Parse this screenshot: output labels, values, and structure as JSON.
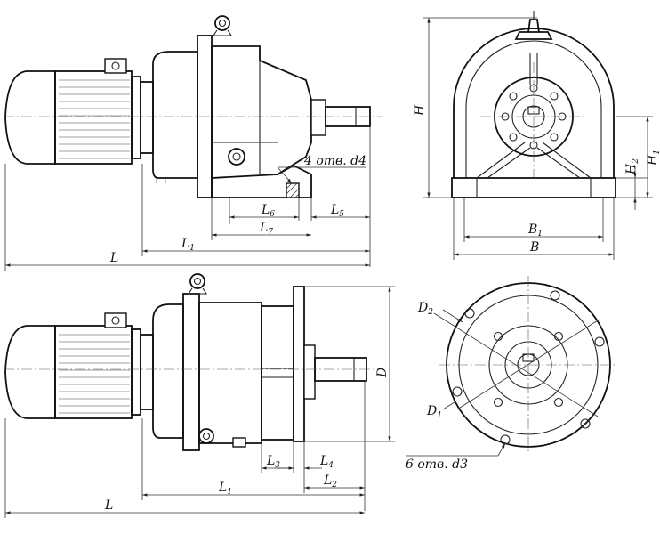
{
  "labels": {
    "view1": {
      "L": "L",
      "L1": "L1",
      "L5": "L5",
      "L6": "L6",
      "L7": "L7",
      "holes": "4 отв. d4"
    },
    "view2": {
      "H": "H",
      "H1": "H1",
      "H2": "H2",
      "B": "B",
      "B1": "B1"
    },
    "view3": {
      "L": "L",
      "L1": "L1",
      "L2": "L2",
      "L3": "L3",
      "L4": "L4",
      "D": "D"
    },
    "view4": {
      "D1": "D1",
      "D2": "D2",
      "holes": "6 отв. d3"
    }
  }
}
